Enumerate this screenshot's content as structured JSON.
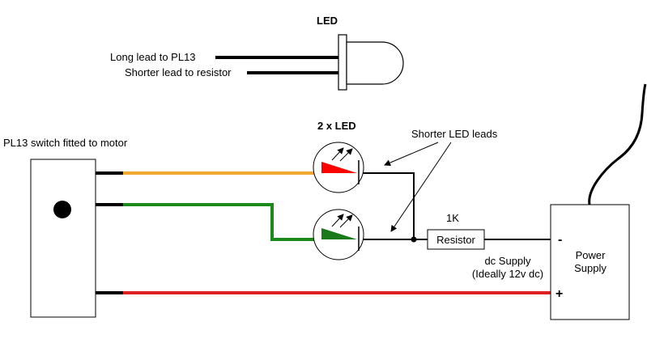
{
  "led_diagram": {
    "title": "LED",
    "long_lead_label": "Long lead to PL13",
    "short_lead_label": "Shorter lead to resistor"
  },
  "circuit": {
    "switch_label": "PL13 switch fitted to motor",
    "leds_label": "2 x LED",
    "shorter_leads_label": "Shorter LED leads",
    "resistor_value": "1K",
    "resistor_label": "Resistor",
    "supply_note_line1": "dc Supply",
    "supply_note_line2": "(Ideally 12v dc)",
    "psu_line1": "Power",
    "psu_line2": "Supply",
    "minus_sign": "-",
    "plus_sign": "+"
  },
  "colors": {
    "orange_wire": "#f0a830",
    "green_wire": "#1a8a1a",
    "red_wire": "#dd2020",
    "red_led": "#ff0000",
    "green_led": "#1a7a1a",
    "black": "#000000"
  },
  "icons": [
    "led-icon",
    "arrow-icon",
    "resistor-icon"
  ]
}
